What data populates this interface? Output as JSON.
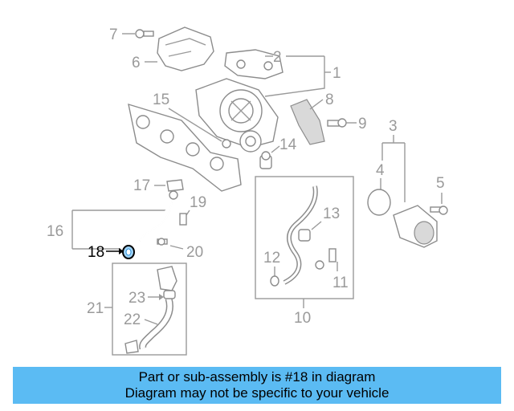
{
  "callouts": {
    "c1": "1",
    "c2": "2",
    "c3": "3",
    "c4": "4",
    "c5": "5",
    "c6": "6",
    "c7": "7",
    "c8": "8",
    "c9": "9",
    "c10": "10",
    "c11": "11",
    "c12": "12",
    "c13": "13",
    "c14": "14",
    "c15": "15",
    "c16": "16",
    "c17": "17",
    "c18": "18",
    "c19": "19",
    "c20": "20",
    "c21": "21",
    "c22": "22",
    "c23": "23"
  },
  "highlighted_part": "18",
  "colors": {
    "banner": "#5bbbf3",
    "highlight_ring": "#2a8fd8",
    "callout_gray": "#9a9a9a"
  },
  "banner": {
    "line1": "Part or sub-assembly is #18 in diagram",
    "line2": "Diagram may not be specific to your vehicle"
  }
}
